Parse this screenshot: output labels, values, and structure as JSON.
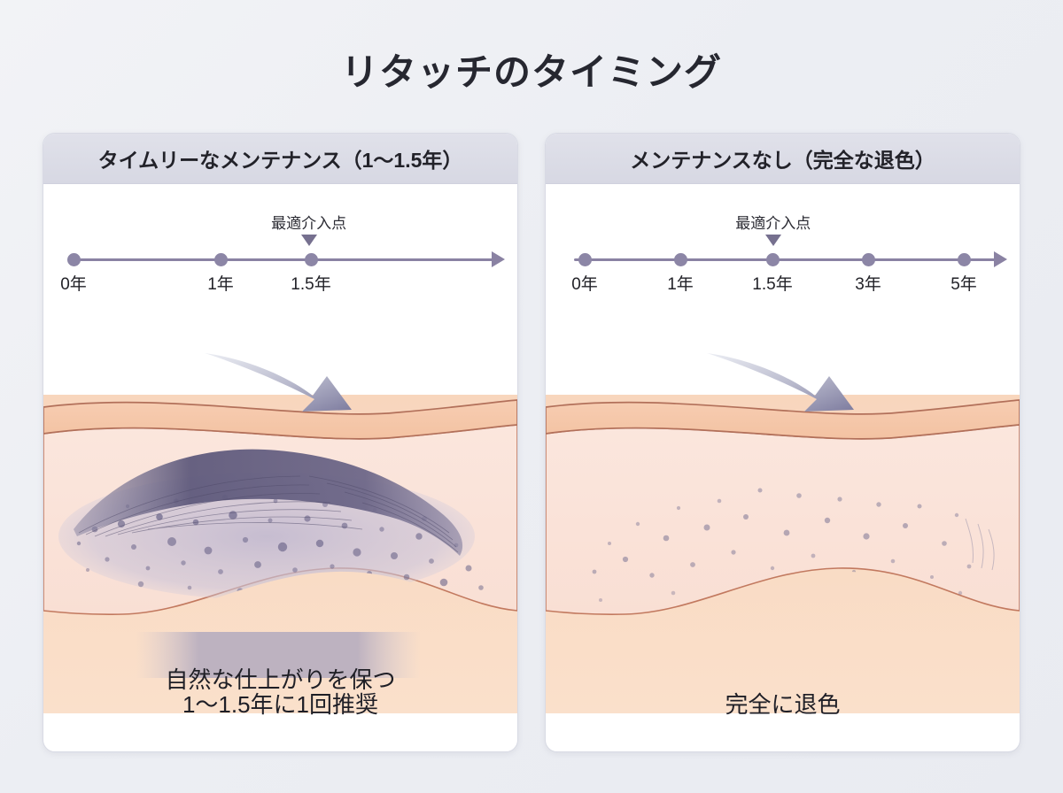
{
  "title": "リタッチのタイミング",
  "colors": {
    "background": "#eceef3",
    "panel_bg": "#ffffff",
    "panel_header_bg": "#d9dae4",
    "panel_border": "#d8dae4",
    "timeline_axis": "#8a82a3",
    "timeline_dot": "#8c86a6",
    "marker_triangle": "#76708f",
    "arrow_gradient_start": "#e8e9f0",
    "arrow_gradient_end": "#7c7a9c",
    "skin_epidermis": "#f5c8a9",
    "skin_dermis": "#fae3da",
    "skin_hypodermis": "#f7d4ba",
    "skin_outline": "#b9705a",
    "brow_hair": "#706a8a",
    "pigment_dot": "#6f6a8e"
  },
  "panels": [
    {
      "id": "timely-maintenance",
      "header": "タイムリーなメンテナンス（1〜1.5年）",
      "timeline": {
        "marker_label": "最適介入点",
        "marker_at_index": 2,
        "ticks": [
          {
            "label": "0年",
            "pos_pct": 0
          },
          {
            "label": "1年",
            "pos_pct": 34
          },
          {
            "label": "1.5年",
            "pos_pct": 55
          }
        ]
      },
      "illustration": {
        "type": "brow-with-dense-pigment",
        "has_brow": true,
        "pigment_density": "dense",
        "overlay_caption": "自然な仕上がりを保つ"
      },
      "footer": "1〜1.5年に1回推奨"
    },
    {
      "id": "no-maintenance",
      "header": "メンテナンスなし（完全な退色）",
      "timeline": {
        "marker_label": "最適介入点",
        "marker_at_index": 2,
        "ticks": [
          {
            "label": "0年",
            "pos_pct": 0
          },
          {
            "label": "1年",
            "pos_pct": 25
          },
          {
            "label": "1.5年",
            "pos_pct": 47
          },
          {
            "label": "3年",
            "pos_pct": 71
          },
          {
            "label": "5年",
            "pos_pct": 95
          }
        ]
      },
      "illustration": {
        "type": "faded-pigment-only",
        "has_brow": false,
        "pigment_density": "sparse",
        "overlay_caption": ""
      },
      "footer": "完全に退色"
    }
  ]
}
